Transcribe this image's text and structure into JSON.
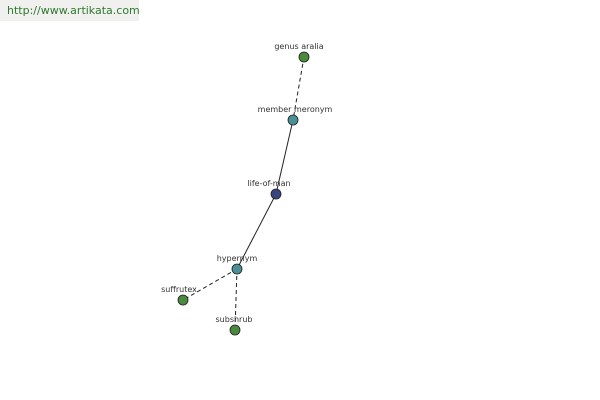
{
  "source_link": "http://www.artikata.com",
  "nodes": [
    {
      "id": "genus-aralia",
      "label": "genus aralia",
      "kind": "leaf",
      "color": "#4a8a3e"
    },
    {
      "id": "member-meronym",
      "label": "member meronym",
      "kind": "relation",
      "color": "#4a8f96"
    },
    {
      "id": "life-of-man",
      "label": "life-of-man",
      "kind": "center",
      "color": "#38457e"
    },
    {
      "id": "hypernym",
      "label": "hypernym",
      "kind": "relation",
      "color": "#4a8f96"
    },
    {
      "id": "suffrutex",
      "label": "suffrutex",
      "kind": "leaf",
      "color": "#4a8a3e"
    },
    {
      "id": "subshrub",
      "label": "subshrub",
      "kind": "leaf",
      "color": "#4a8a3e"
    }
  ],
  "edges": [
    {
      "from": "genus-aralia",
      "to": "member-meronym",
      "style": "dashed"
    },
    {
      "from": "member-meronym",
      "to": "life-of-man",
      "style": "solid"
    },
    {
      "from": "life-of-man",
      "to": "hypernym",
      "style": "solid"
    },
    {
      "from": "hypernym",
      "to": "suffrutex",
      "style": "dashed"
    },
    {
      "from": "hypernym",
      "to": "subshrub",
      "style": "dashed"
    }
  ]
}
